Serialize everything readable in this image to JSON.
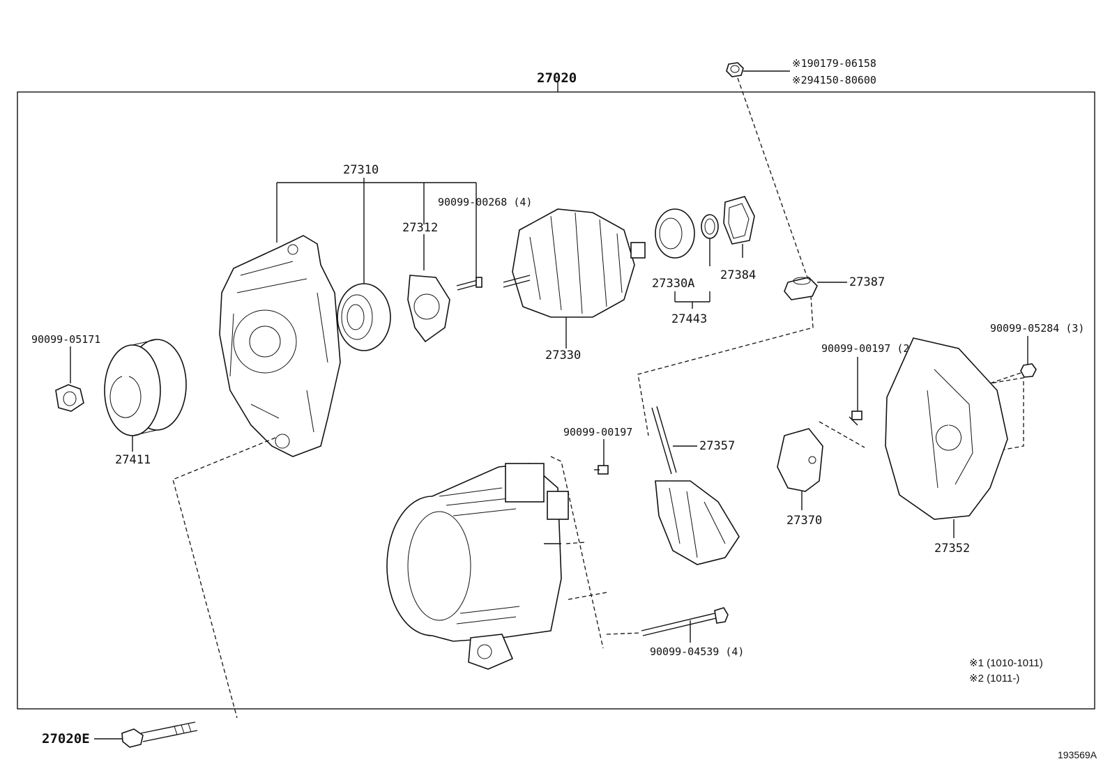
{
  "diagram": {
    "assembly_label": "27020",
    "reference_code": "193569A",
    "notes": [
      "※1 (1010-1011)",
      "※2 (1011-)"
    ],
    "labels": {
      "bracket": "27310",
      "retainer": "27312",
      "screw_27312": "90099-00268 (4)",
      "rotor": "27330",
      "bearing_a": "27330A",
      "collar": "27384",
      "bearing_set": "27443",
      "cap": "27387",
      "nut_top_1": "※190179-06158",
      "nut_top_2": "※294150-80600",
      "pulley_nut": "90099-05171",
      "pulley": "27411",
      "screw_holder": "90099-00197 (2)",
      "nut_cover": "90099-05284 (3)",
      "brush_holder": "27370",
      "cover": "27352",
      "rectifier": "27357",
      "screw_rect": "90099-00197",
      "bolt_through": "90099-04539 (4)",
      "bolt_mount": "27020E"
    }
  }
}
